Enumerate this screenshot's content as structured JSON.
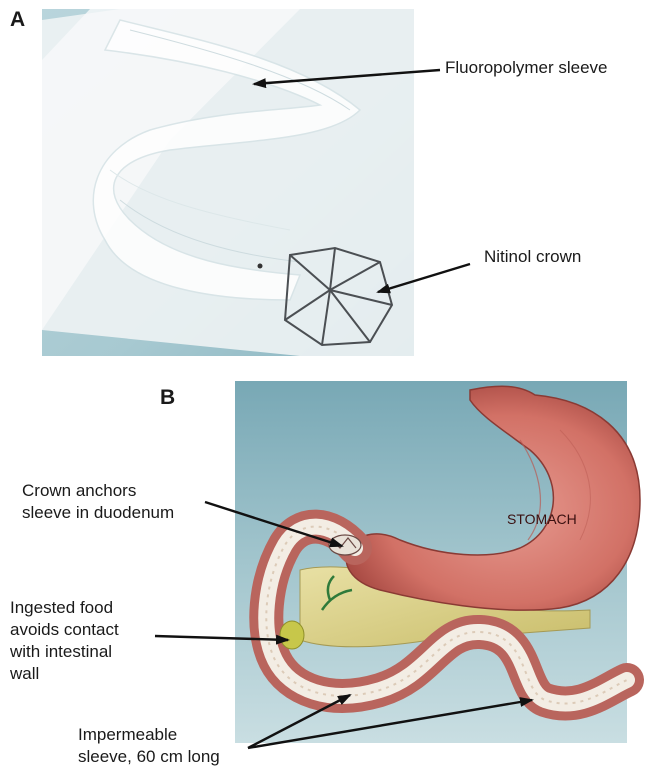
{
  "panel_a": {
    "letter": "A",
    "labels": {
      "sleeve": "Fluoropolymer sleeve",
      "crown": "Nitinol crown"
    }
  },
  "panel_b": {
    "letter": "B",
    "stomach_label": "STOMACH",
    "labels": {
      "crown_anchor": [
        "Crown anchors",
        "sleeve in duodenum"
      ],
      "food": [
        "Ingested food",
        "avoids contact",
        "with intestinal",
        "wall"
      ],
      "sleeve_length": [
        "Impermeable",
        "sleeve, 60 cm long"
      ]
    }
  },
  "colors": {
    "photo_bg": "#9cc4ce",
    "illustration_bg": "#8fb8c2",
    "stomach": "#d7776e",
    "intestine": "#c9726a",
    "sleeve": "#f2ece3",
    "pancreas": "#d9cf8a",
    "arrow": "#111111"
  }
}
